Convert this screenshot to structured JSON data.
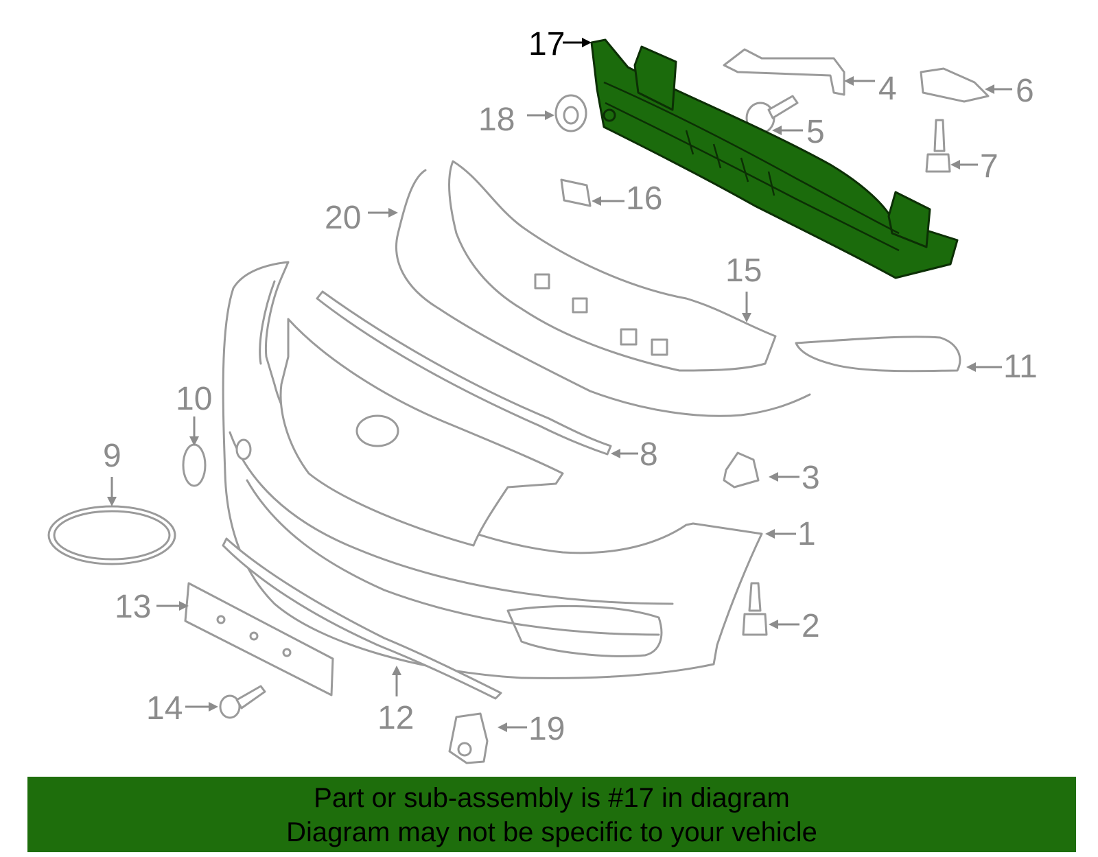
{
  "highlight_color": "#1e6e0c",
  "highlighted_part": "17",
  "callouts": {
    "c1": "1",
    "c2": "2",
    "c3": "3",
    "c4": "4",
    "c5": "5",
    "c6": "6",
    "c7": "7",
    "c8": "8",
    "c9": "9",
    "c10": "10",
    "c11": "11",
    "c12": "12",
    "c13": "13",
    "c14": "14",
    "c15": "15",
    "c16": "16",
    "c17": "17",
    "c18": "18",
    "c19": "19",
    "c20": "20"
  },
  "banner": {
    "line1": "Part or sub-assembly is #17 in diagram",
    "line2": "Diagram may not be specific to your vehicle"
  }
}
